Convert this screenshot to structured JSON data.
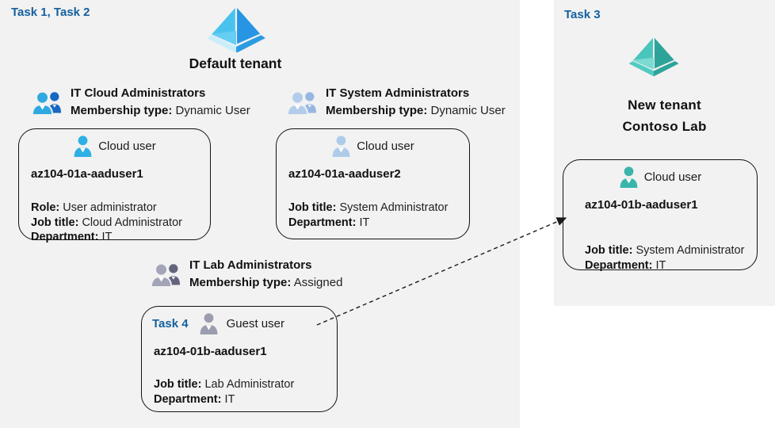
{
  "labels": {
    "task12": "Task 1, Task 2",
    "task3": "Task 3"
  },
  "default_tenant": {
    "title": "Default tenant",
    "groups": [
      {
        "name": "IT Cloud Administrators",
        "membership_label": "Membership type:",
        "membership_value": "Dynamic User"
      },
      {
        "name": "IT System Administrators",
        "membership_label": "Membership type:",
        "membership_value": "Dynamic User"
      },
      {
        "name": "IT Lab Administrators",
        "membership_label": "Membership type:",
        "membership_value": "Assigned"
      }
    ],
    "cards": [
      {
        "type_label": "Cloud user",
        "name": "az104-01a-aaduser1",
        "fields": [
          {
            "label": "Role:",
            "value": "User administrator"
          },
          {
            "label": "Job title:",
            "value": "Cloud Administrator"
          },
          {
            "label": "Department:",
            "value": "IT"
          }
        ]
      },
      {
        "type_label": "Cloud user",
        "name": "az104-01a-aaduser2",
        "fields": [
          {
            "label": "Job title:",
            "value": "System Administrator"
          },
          {
            "label": "Department:",
            "value": "IT"
          }
        ]
      },
      {
        "task_label": "Task 4",
        "type_label": "Guest user",
        "name": "az104-01b-aaduser1",
        "fields": [
          {
            "label": "Job title:",
            "value": "Lab Administrator"
          },
          {
            "label": "Department:",
            "value": "IT"
          }
        ]
      }
    ]
  },
  "new_tenant": {
    "title_line1": "New tenant",
    "title_line2": "Contoso Lab",
    "card": {
      "type_label": "Cloud user",
      "name": "az104-01b-aaduser1",
      "fields": [
        {
          "label": "Job title:",
          "value": "System Administrator"
        },
        {
          "label": "Department:",
          "value": "IT"
        }
      ]
    }
  },
  "icons": {
    "default_tenant": "azure-ad-tenant-icon",
    "new_tenant": "azure-ad-tenant-icon-teal",
    "groups": "two-users-icon",
    "cloud_user": "user-icon",
    "guest_user": "user-icon-gray",
    "arrow": "dashed-invite-arrow"
  },
  "colors": {
    "panel_bg": "#F2F2F2",
    "task_text_blue": "#15609F",
    "card_border": "#111111",
    "azure_blue_light": "#49C3EE",
    "azure_blue": "#2795E4",
    "azure_base_pale": "#CBEDFA",
    "teal_light": "#4AC5BC",
    "teal_dark": "#2EA39A",
    "cloud_user_blue": "#2FB0E5",
    "system_user_pale_blue": "#AECBEA",
    "guest_user_gray": "#9B9DAF",
    "group_cloud_front": "#30A9E0",
    "group_cloud_back": "#1668C2",
    "group_system_front": "#B3CCEA",
    "group_system_back": "#97B7E2",
    "group_lab_front": "#A3A4B8",
    "group_lab_back": "#63647E"
  }
}
